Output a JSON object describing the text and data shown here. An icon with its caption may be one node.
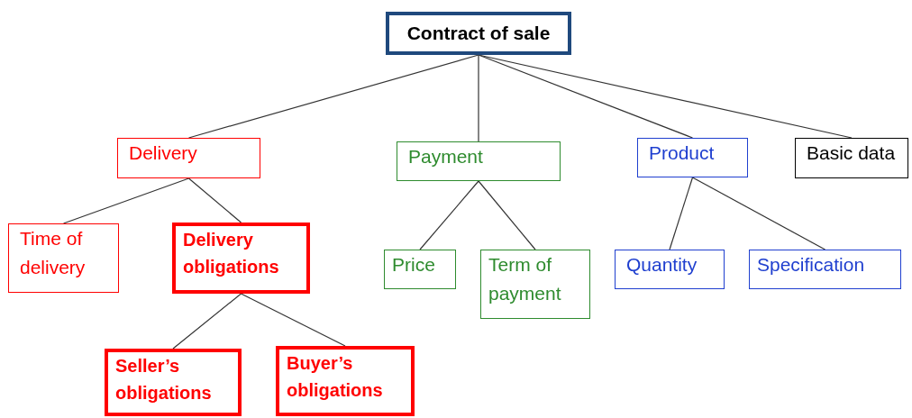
{
  "diagram": {
    "nodes": [
      {
        "text": [
          "Contract of sale"
        ]
      },
      {
        "text": [
          "Delivery"
        ]
      },
      {
        "text": [
          "Payment"
        ]
      },
      {
        "text": [
          "Product"
        ]
      },
      {
        "text": [
          "Basic data"
        ]
      },
      {
        "text": [
          "Time of delivery"
        ]
      },
      {
        "text": [
          "Delivery obligations"
        ]
      },
      {
        "text": [
          "Price"
        ]
      },
      {
        "text": [
          "Term of payment"
        ]
      },
      {
        "text": [
          "Quantity"
        ]
      },
      {
        "text": [
          "Specification"
        ]
      },
      {
        "text": [
          "Seller’s obligations"
        ]
      },
      {
        "text": [
          "Buyer’s obligations"
        ]
      }
    ],
    "edges": [
      {
        "from": 0,
        "to": 1,
        "arrow": "none"
      },
      {
        "from": 0,
        "to": 2,
        "arrow": "none"
      },
      {
        "from": 0,
        "to": 3,
        "arrow": "none"
      },
      {
        "from": 0,
        "to": 4,
        "arrow": "none"
      },
      {
        "from": 1,
        "to": 5,
        "arrow": "none"
      },
      {
        "from": 1,
        "to": 6,
        "arrow": "none"
      },
      {
        "from": 2,
        "to": 7,
        "arrow": "none"
      },
      {
        "from": 2,
        "to": 8,
        "arrow": "none"
      },
      {
        "from": 3,
        "to": 9,
        "arrow": "none"
      },
      {
        "from": 3,
        "to": 10,
        "arrow": "none"
      },
      {
        "from": 6,
        "to": 11,
        "arrow": "none"
      },
      {
        "from": 6,
        "to": 12,
        "arrow": "none"
      }
    ]
  }
}
